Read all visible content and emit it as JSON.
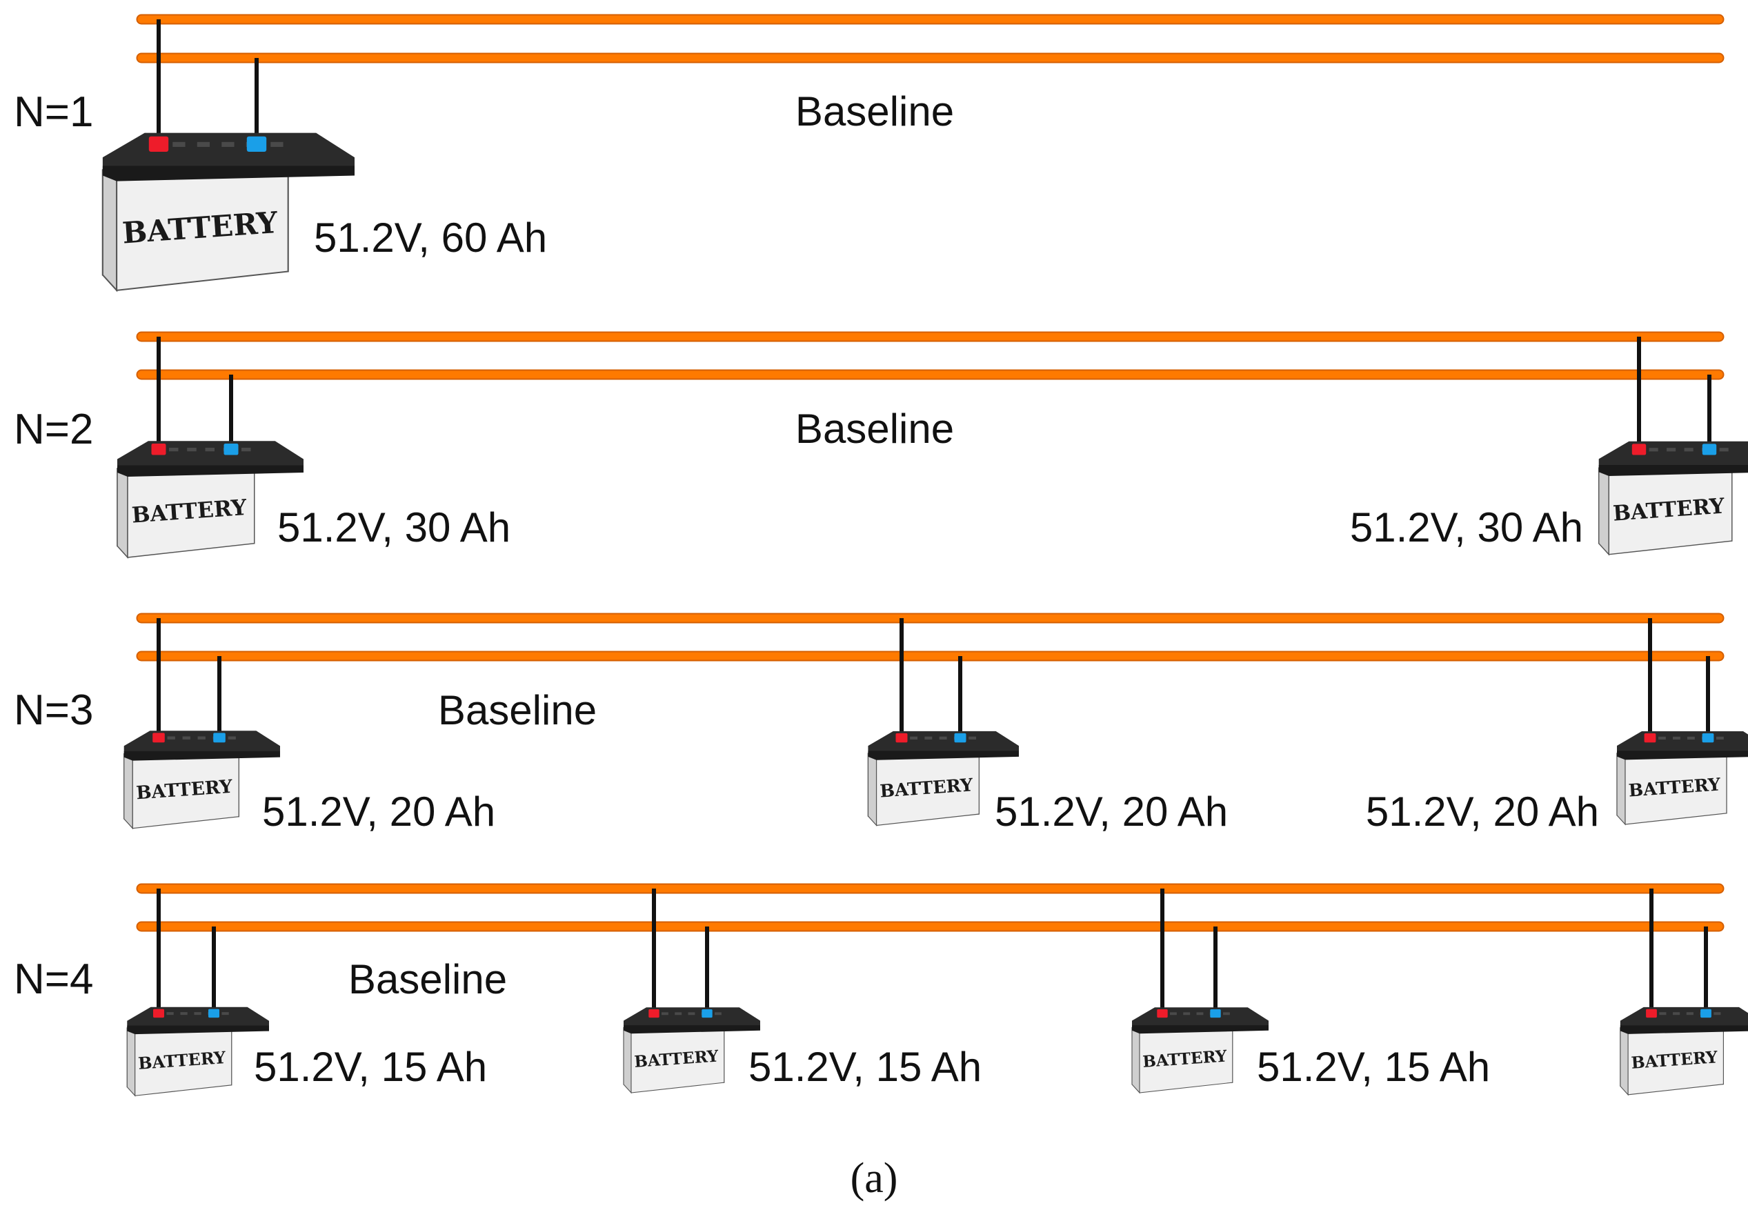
{
  "colors": {
    "bus": "#ff7a00",
    "bus_edge": "#d45f00",
    "positive_terminal": "#ee1c2a",
    "negative_terminal": "#1a9fe8",
    "wire": "#111111",
    "battery_top": "#2b2b2b",
    "battery_body": "#e6e6e6"
  },
  "rows": [
    {
      "label": "N=1",
      "baseline_label": "Baseline",
      "batteries": [
        {
          "rating": "51.2V,  60 Ah",
          "label_side": "right",
          "battery_text": "BATTERY"
        }
      ]
    },
    {
      "label": "N=2",
      "baseline_label": "Baseline",
      "batteries": [
        {
          "rating": "51.2V,  30 Ah",
          "label_side": "right",
          "battery_text": "BATTERY"
        },
        {
          "rating": "51.2V,  30 Ah",
          "label_side": "left",
          "battery_text": "BATTERY"
        }
      ]
    },
    {
      "label": "N=3",
      "baseline_label": "Baseline",
      "batteries": [
        {
          "rating": "51.2V,  20 Ah",
          "label_side": "right",
          "battery_text": "BATTERY"
        },
        {
          "rating": "51.2V,  20 Ah",
          "label_side": "right",
          "battery_text": "BATTERY"
        },
        {
          "rating": "51.2V,  20 Ah",
          "label_side": "left",
          "battery_text": "BATTERY"
        }
      ]
    },
    {
      "label": "N=4",
      "baseline_label": "Baseline",
      "batteries": [
        {
          "rating": "51.2V,  15 Ah",
          "label_side": "right",
          "battery_text": "BATTERY"
        },
        {
          "rating": "51.2V,  15 Ah",
          "label_side": "right",
          "battery_text": "BATTERY"
        },
        {
          "rating": "51.2V,  15 Ah",
          "label_side": "right",
          "battery_text": "BATTERY"
        },
        {
          "rating": "",
          "label_side": "none",
          "battery_text": "BATTERY"
        }
      ]
    }
  ],
  "caption": "(a)"
}
